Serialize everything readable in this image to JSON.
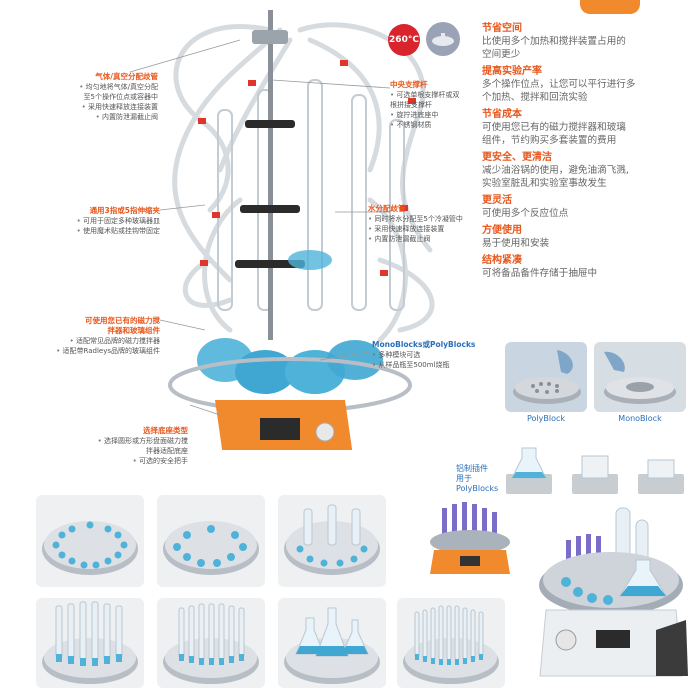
{
  "badge": {
    "temp": "260°C"
  },
  "callouts": {
    "gas_manifold": {
      "title": "气体/真空分配歧管",
      "lines": [
        "均匀地将气体/真空分配",
        "至5个操作位点或容器中",
        "采用快速释放连接装置",
        "内置防泄漏截止阀"
      ]
    },
    "clamps": {
      "title": "通用3指或5指伸缩夹",
      "lines": [
        "可用于固定多种玻璃器皿",
        "使用魔术贴或挂钩带固定"
      ]
    },
    "stirrer": {
      "title": "可使用您已有的磁力搅拌器和玻璃组件",
      "title_lines": [
        "可使用您已有的磁力搅",
        "拌器和玻璃组件"
      ],
      "lines": [
        "适配常见品牌的磁力搅拌器",
        "适配带Radleys品牌的玻璃组件"
      ]
    },
    "base": {
      "title": "选择底座类型",
      "lines": [
        "选择圆形或方形盘面磁力搅",
        "拌器适配底座",
        "可选的安全把手"
      ]
    },
    "support_rod": {
      "title": "中央支撑杆",
      "lines": [
        "可选单根支撑杆或双",
        "根拼接支撑杆",
        "旋拧进底座中",
        "不锈钢材质"
      ]
    },
    "water_manifold": {
      "title": "水分配歧管",
      "lines": [
        "同时将水分配至5个冷凝管中",
        "采用快速释放连接装置",
        "内置防泄漏截止阀"
      ]
    },
    "blocks": {
      "title": "MonoBlocks或PolyBlocks",
      "lines": [
        "多种模块可选",
        "从样品瓶至500ml烧瓶"
      ]
    }
  },
  "features": [
    {
      "heading": "节省空间",
      "body": [
        "比使用多个加热和搅拌装置占用的",
        "空间更少"
      ]
    },
    {
      "heading": "提高实验产率",
      "body": [
        "多个操作位点，让您可以平行进行多",
        "个加热、搅拌和回流实验"
      ]
    },
    {
      "heading": "节省成本",
      "body": [
        "可使用您已有的磁力搅拌器和玻璃",
        "组件，节约购买多套装置的费用"
      ]
    },
    {
      "heading": "更安全、更清洁",
      "body": [
        "减少油浴锅的使用，避免油滴飞溅,",
        "实验室脏乱和实验室事故发生"
      ]
    },
    {
      "heading": "更灵活",
      "body": [
        "可使用多个反应位点"
      ]
    },
    {
      "heading": "方便使用",
      "body": [
        "易于使用和安装"
      ]
    },
    {
      "heading": "结构紧凑",
      "body": [
        "可将备品备件存储于抽屉中"
      ]
    }
  ],
  "captions": {
    "polyblock": "PolyBlock",
    "monoblock": "MonoBlock",
    "al_insert": [
      "铝制插件",
      "用于",
      "PolyBlocks"
    ]
  },
  "colors": {
    "accent": "#e8581c",
    "blue": "#2a6fb8",
    "liquid": "#4fb3d9",
    "orange_unit": "#f08a2c"
  }
}
